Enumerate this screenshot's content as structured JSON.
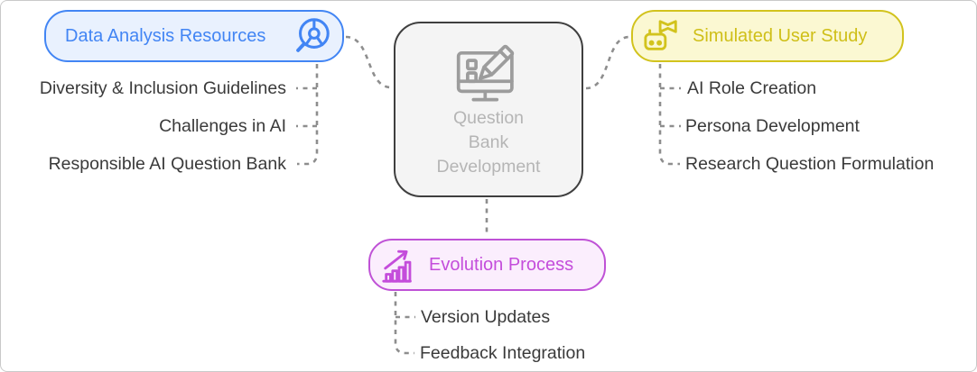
{
  "palette": {
    "blue_accent": "#4285f4",
    "blue_background": "#e9f1fe",
    "yellow_accent": "#d2c31d",
    "yellow_background": "#fbf8d2",
    "purple_accent": "#c44ddb",
    "purple_background": "#fbeefd",
    "center_border": "#3f3f3f",
    "center_background": "#f4f4f4",
    "center_text": "#b5b5b5",
    "leaf_text": "#3a3a3a",
    "connector": "#8e8e8e",
    "frame_border": "#c9c9c9"
  },
  "center_node": {
    "icon": "monitor-edit-icon",
    "label_lines": [
      "Question",
      "Bank",
      "Development"
    ]
  },
  "nodes": {
    "data_analysis": {
      "label": "Data Analysis Resources",
      "icon": "pie-chart-magnifier-icon",
      "items": [
        "Diversity & Inclusion Guidelines",
        "Challenges in AI",
        "Responsible AI Question Bank"
      ]
    },
    "simulated_user_study": {
      "label": "Simulated User Study",
      "icon": "robot-book-icon",
      "items": [
        "AI Role Creation",
        "Persona Development",
        "Research Question Formulation"
      ]
    },
    "evolution_process": {
      "label": "Evolution Process",
      "icon": "growth-chart-icon",
      "items": [
        "Version Updates",
        "Feedback Integration"
      ]
    }
  }
}
